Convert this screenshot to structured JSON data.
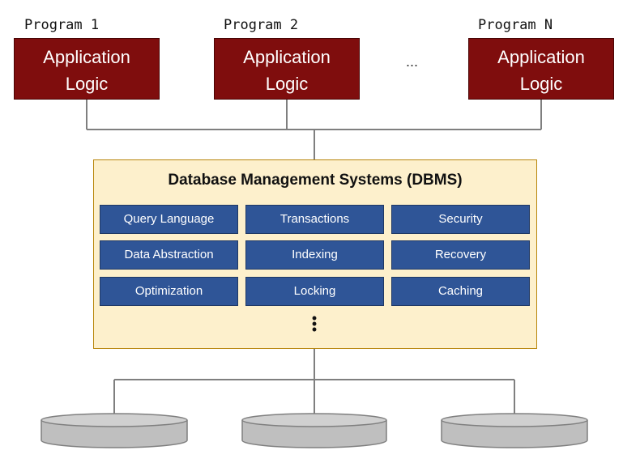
{
  "programs": [
    {
      "label": "Program 1",
      "line1": "Application",
      "line2": "Logic"
    },
    {
      "label": "Program 2",
      "line1": "Application",
      "line2": "Logic"
    },
    {
      "label": "Program N",
      "line1": "Application",
      "line2": "Logic"
    }
  ],
  "ellipsis": "...",
  "dbms": {
    "title": "Database Management Systems (DBMS)",
    "modules": [
      "Query Language",
      "Transactions",
      "Security",
      "Data Abstraction",
      "Indexing",
      "Recovery",
      "Optimization",
      "Locking",
      "Caching"
    ],
    "more": "⋮"
  },
  "colors": {
    "application_box": "#7f0d0d",
    "dbms_panel": "#fdf0cc",
    "module": "#2f5597",
    "storage": "#bfbfbf",
    "connector": "#7f7f7f"
  },
  "storage_count": 3
}
